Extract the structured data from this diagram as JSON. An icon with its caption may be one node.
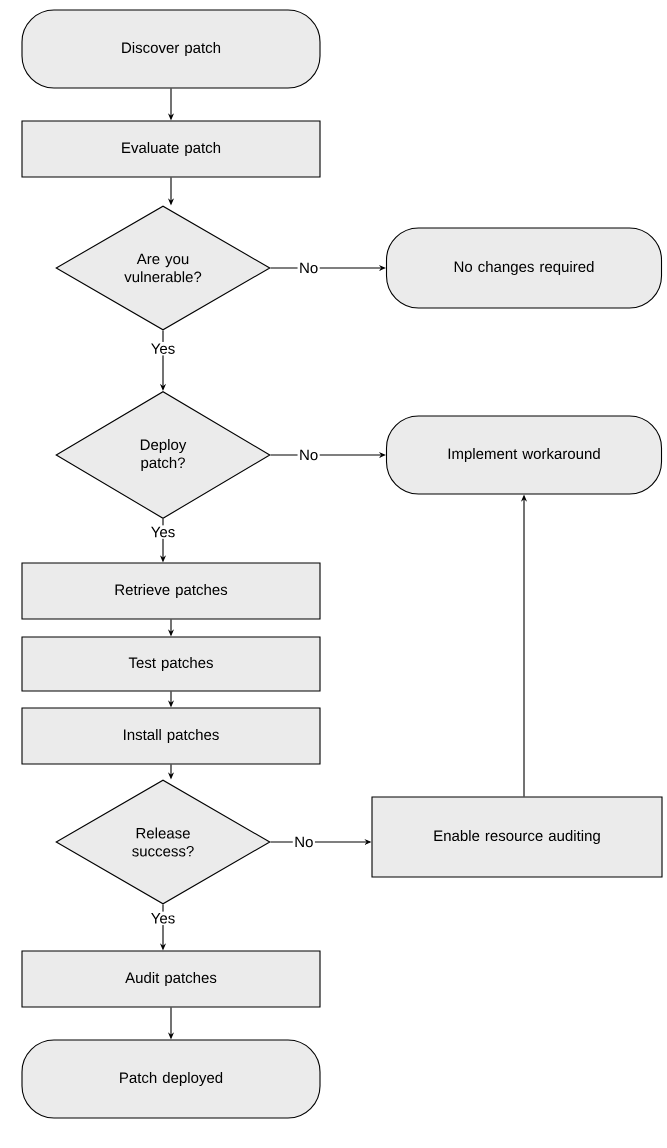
{
  "diagram": {
    "nodes": [
      {
        "text": [
          "Discover patch"
        ]
      },
      {
        "text": [
          "Evaluate patch"
        ]
      },
      {
        "text": [
          "Are you vulnerable?"
        ]
      },
      {
        "text": [
          "No changes required"
        ]
      },
      {
        "text": [
          "Deploy patch?"
        ]
      },
      {
        "text": [
          "Implement workaround"
        ]
      },
      {
        "text": [
          "Retrieve patches"
        ]
      },
      {
        "text": [
          "Test patches"
        ]
      },
      {
        "text": [
          "Install patches"
        ]
      },
      {
        "text": [
          "Release success?"
        ]
      },
      {
        "text": [
          "Enable resource auditing"
        ]
      },
      {
        "text": [
          "Audit patches"
        ]
      },
      {
        "text": [
          "Patch deployed"
        ]
      }
    ],
    "edges": [
      {
        "from": 0,
        "to": 1,
        "arrow": "to"
      },
      {
        "from": 1,
        "to": 2,
        "arrow": "to"
      },
      {
        "from": 2,
        "to": 3,
        "arrow": "to",
        "label": "No"
      },
      {
        "from": 2,
        "to": 4,
        "arrow": "to",
        "label": "Yes"
      },
      {
        "from": 4,
        "to": 5,
        "arrow": "to",
        "label": "No"
      },
      {
        "from": 4,
        "to": 6,
        "arrow": "to",
        "label": "Yes"
      },
      {
        "from": 6,
        "to": 7,
        "arrow": "to"
      },
      {
        "from": 7,
        "to": 8,
        "arrow": "to"
      },
      {
        "from": 8,
        "to": 9,
        "arrow": "to"
      },
      {
        "from": 9,
        "to": 10,
        "arrow": "to",
        "label": "No"
      },
      {
        "from": 9,
        "to": 11,
        "arrow": "to",
        "label": "Yes"
      },
      {
        "from": 10,
        "to": 5,
        "arrow": "to"
      },
      {
        "from": 11,
        "to": 12,
        "arrow": "to"
      }
    ]
  }
}
